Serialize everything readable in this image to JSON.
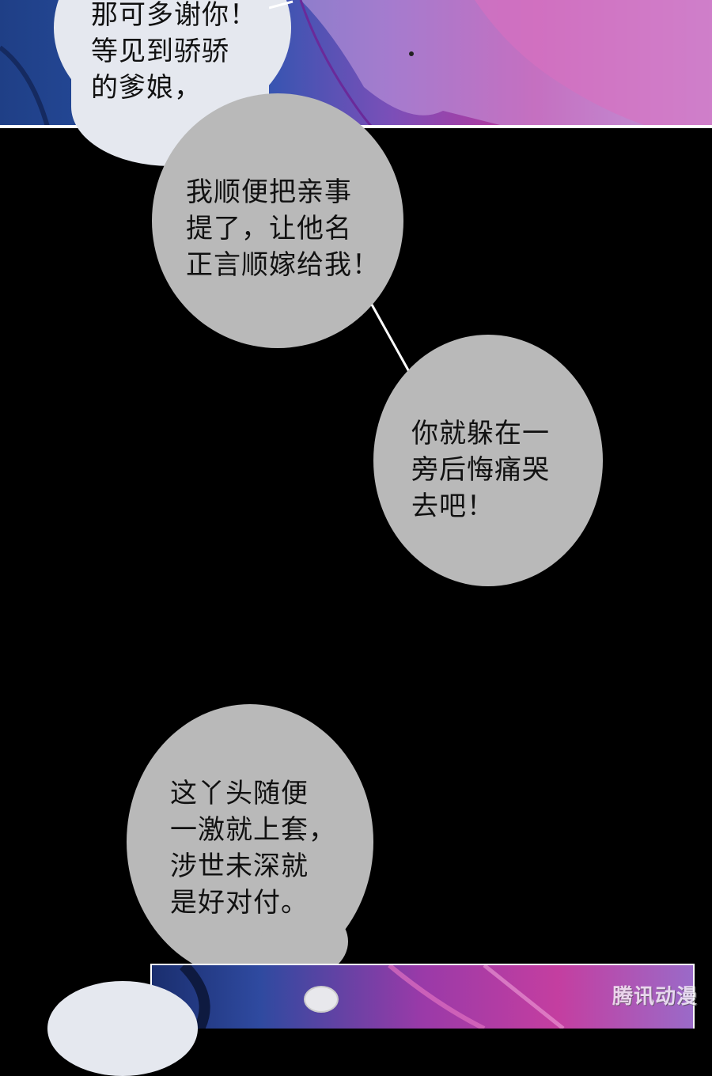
{
  "bubbles": {
    "b1": "那可多谢你！\n等见到骄骄\n的爹娘，",
    "b2": "我顺便把亲事\n提了，让他名\n正言顺嫁给我！",
    "b3": "你就躲在一\n旁后悔痛哭\n去吧！",
    "b4": "这丫头随便\n一激就上套，\n涉世未深就\n是好对付。"
  },
  "watermark": "腾讯动漫",
  "colors": {
    "bubble_light": "#e5e8ef",
    "bubble_gray": "#b9b9b9",
    "background": "#000000"
  }
}
